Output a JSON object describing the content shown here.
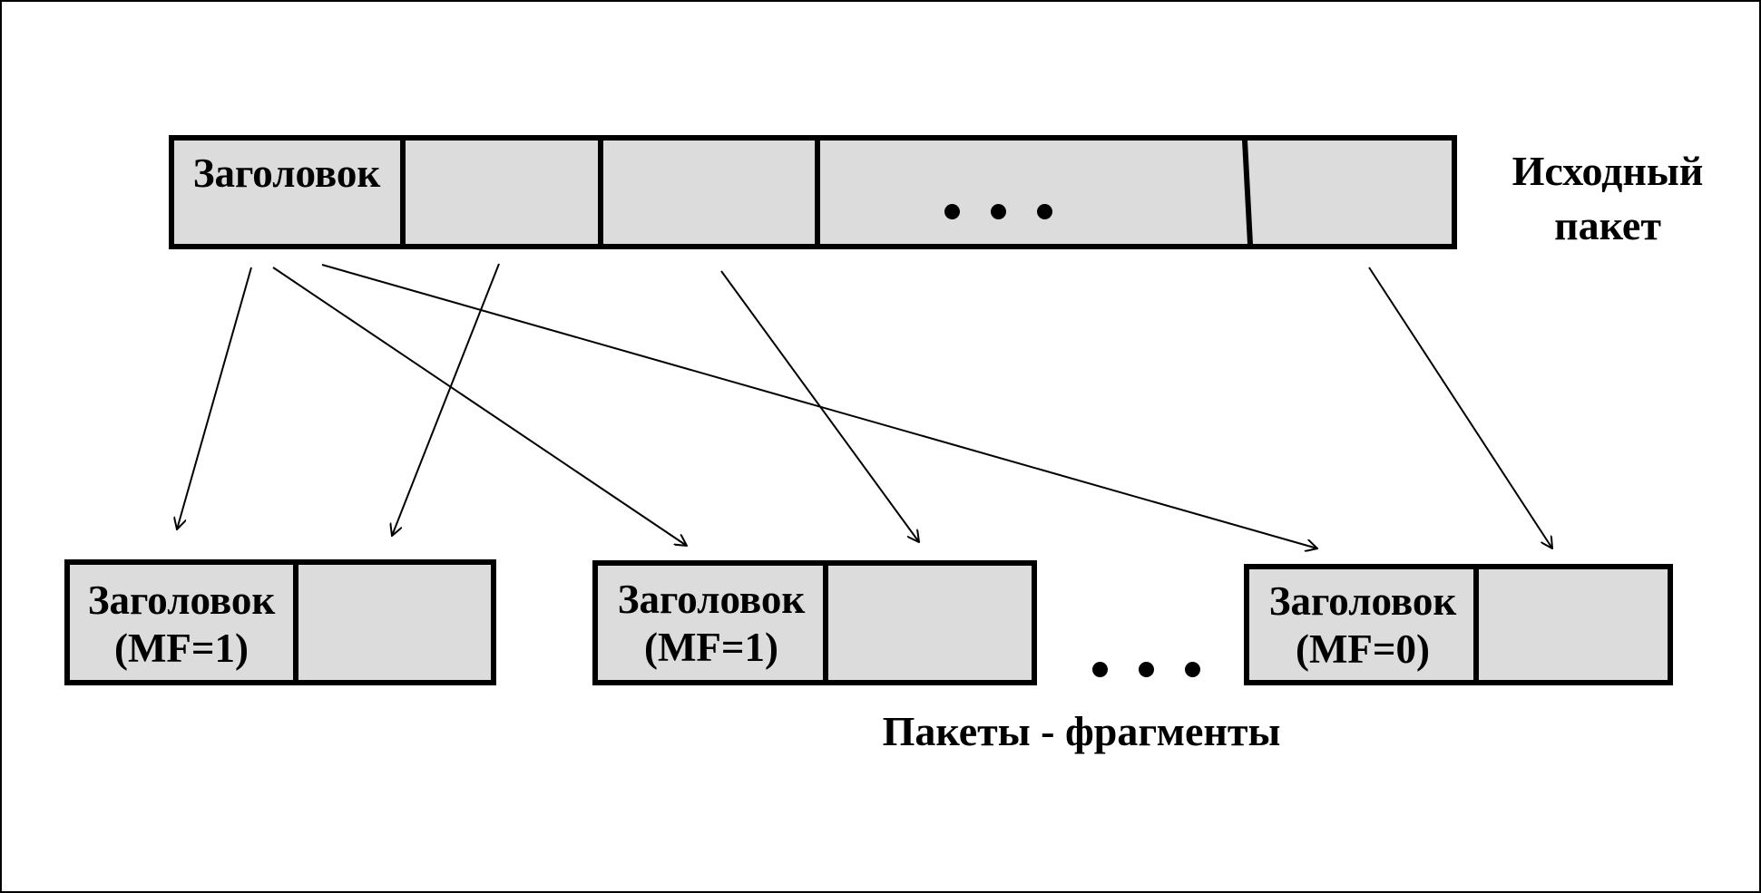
{
  "original_packet": {
    "header_label": "Заголовок",
    "caption_line1": "Исходный",
    "caption_line2": "пакет"
  },
  "fragments": [
    {
      "header_line1": "Заголовок",
      "header_line2": "(MF=1)"
    },
    {
      "header_line1": "Заголовок",
      "header_line2": "(MF=1)"
    },
    {
      "header_line1": "Заголовок",
      "header_line2": "(MF=0)"
    }
  ],
  "fragments_caption": "Пакеты - фрагменты",
  "colors": {
    "box_fill": "#dcdcdc",
    "stroke": "#000000",
    "background": "#ffffff"
  }
}
